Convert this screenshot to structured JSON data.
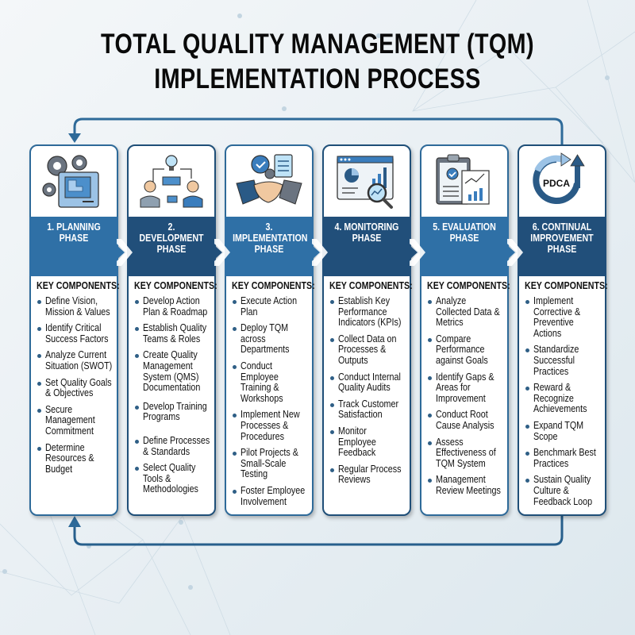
{
  "title": {
    "line1": "TOTAL QUALITY MANAGEMENT (TQM)",
    "line2": "IMPLEMENTATION PROCESS"
  },
  "colors": {
    "band_light": "#2f70a6",
    "band_dark": "#214f7a",
    "loop_arrow": "#2e6a99",
    "bullet": "#2f5f86"
  },
  "key_components_label": "KEY COMPONENTS:",
  "phases": [
    {
      "icon": "gears-blueprint-icon",
      "label": "1. PLANNING\nPHASE",
      "items": [
        "Define Vision, Mission & Values",
        "Identify Critical Success Factors",
        "Analyze Current Situation (SWOT)",
        "Set Quality Goals & Objectives",
        "Secure Management Commitment",
        "Determine Resources & Budget"
      ]
    },
    {
      "icon": "team-idea-flowchart-icon",
      "label": "2. DEVELOPMENT\nPHASE",
      "items": [
        "Develop Action Plan & Roadmap",
        "Establish Quality Teams & Roles",
        "Create Quality Management System (QMS) Documentation",
        "Develop Training Programs",
        "Define Processes & Standards",
        "Select Quality Tools & Methodologies"
      ]
    },
    {
      "icon": "handshake-checklist-icon",
      "label": "3. IMPLEMENTATION\nPHASE",
      "items": [
        "Execute Action Plan",
        "Deploy TQM across Departments",
        "Conduct Employee Training & Workshops",
        "Implement New Processes & Procedures",
        "Pilot Projects & Small-Scale Testing",
        "Foster Employee Involvement"
      ]
    },
    {
      "icon": "dashboard-magnifier-icon",
      "label": "4. MONITORING\nPHASE",
      "items": [
        "Establish Key Performance Indicators (KPIs)",
        "Collect Data on Processes & Outputs",
        "Conduct Internal Quality Audits",
        "Track Customer Satisfaction",
        "Monitor Employee Feedback",
        "Regular Process Reviews"
      ]
    },
    {
      "icon": "clipboard-chart-icon",
      "label": "5. EVALUATION\nPHASE",
      "items": [
        "Analyze Collected Data & Metrics",
        "Compare Performance against Goals",
        "Identify Gaps & Areas for Improvement",
        "Conduct Root Cause Analysis",
        "Assess Effectiveness of TQM System",
        "Management Review Meetings"
      ]
    },
    {
      "icon": "pdca-cycle-icon",
      "icon_text": "PDCA",
      "label": "6. CONTINUAL\nIMPROVEMENT\nPHASE",
      "items": [
        "Implement Corrective & Preventive Actions",
        "Standardize Successful Practices",
        "Reward & Recognize Achievements",
        "Expand TQM Scope",
        "Benchmark Best Practices",
        "Sustain Quality Culture & Feedback Loop"
      ]
    }
  ]
}
